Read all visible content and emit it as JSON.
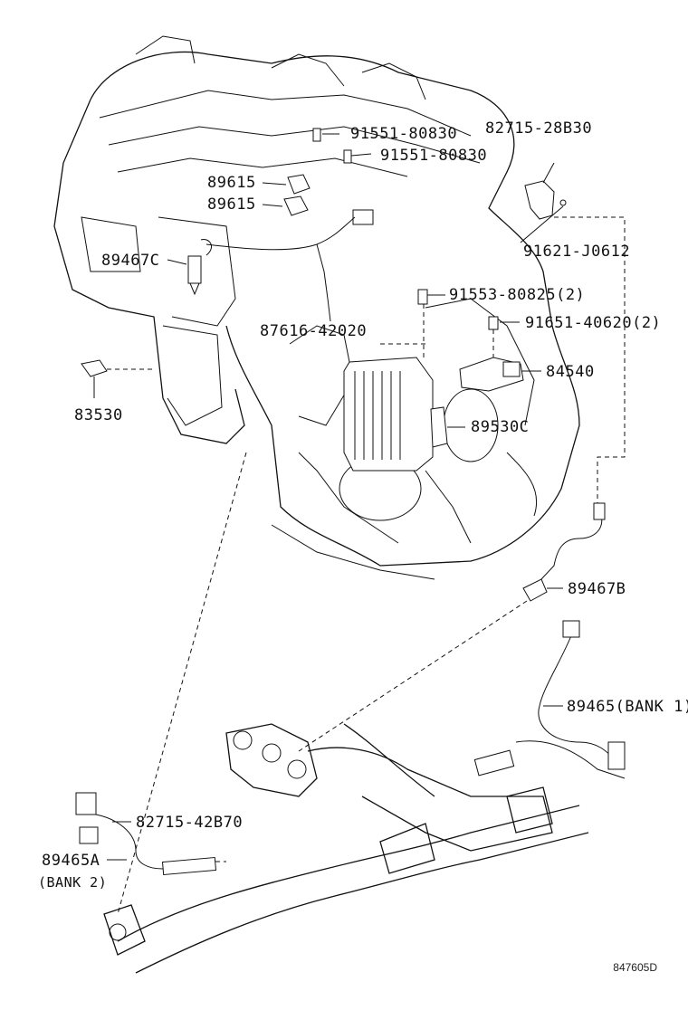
{
  "diagram_code": "847605D",
  "parts": {
    "p91551a": "91551-80830",
    "p91551b": "91551-80830",
    "p89615a": "89615",
    "p89615b": "89615",
    "p82715a": "82715-28B30",
    "p91621": "91621-J0612",
    "p89467c": "89467C",
    "p91553": "91553-80825(2)",
    "p91651": "91651-40620(2)",
    "p87616": "87616-42020",
    "p84540": "84540",
    "p83530": "83530",
    "p89530c": "89530C",
    "p89467b": "89467B",
    "p89465": "89465(BANK 1)",
    "p82715b": "82715-42B70",
    "p89465a": "89465A",
    "p89465a_note": "(BANK 2)"
  }
}
